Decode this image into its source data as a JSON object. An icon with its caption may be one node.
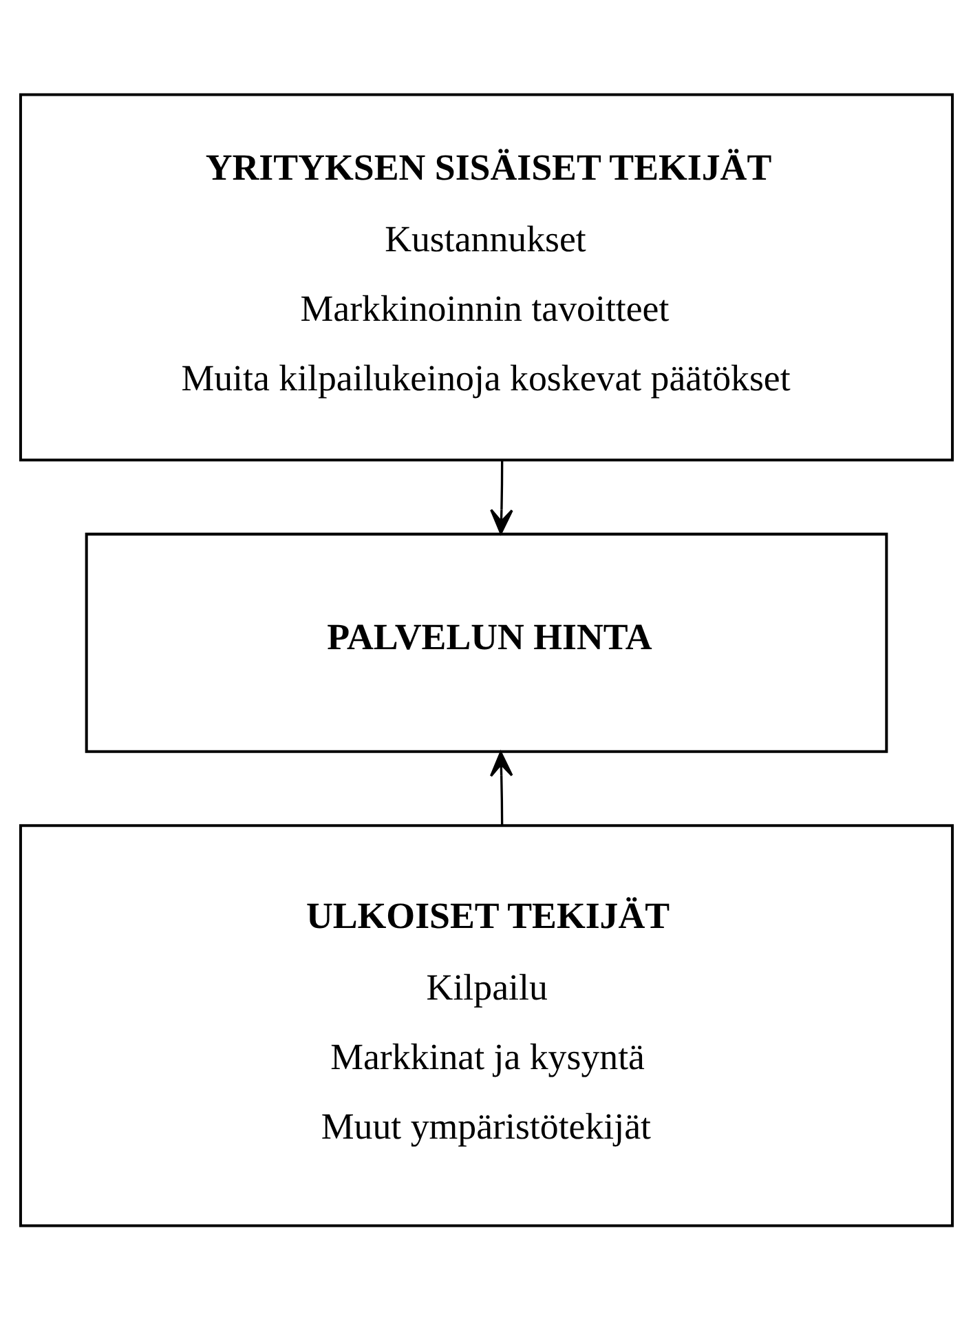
{
  "diagram": {
    "nodes": [
      {
        "text": [
          "YRITYKSEN SISÄISET TEKIJÄT",
          "Kustannukset",
          "Markkinoinnin tavoitteet",
          "Muita kilpailukeinoja koskevat päätökset"
        ]
      },
      {
        "text": [
          "PALVELUN HINTA"
        ]
      },
      {
        "text": [
          "ULKOISET TEKIJÄT",
          "Kilpailu",
          "Markkinat ja kysyntä",
          "Muut ympäristötekijät"
        ]
      }
    ],
    "edges": [
      {
        "from": 0,
        "to": 1,
        "arrow": "to"
      },
      {
        "from": 2,
        "to": 1,
        "arrow": "to"
      }
    ]
  }
}
